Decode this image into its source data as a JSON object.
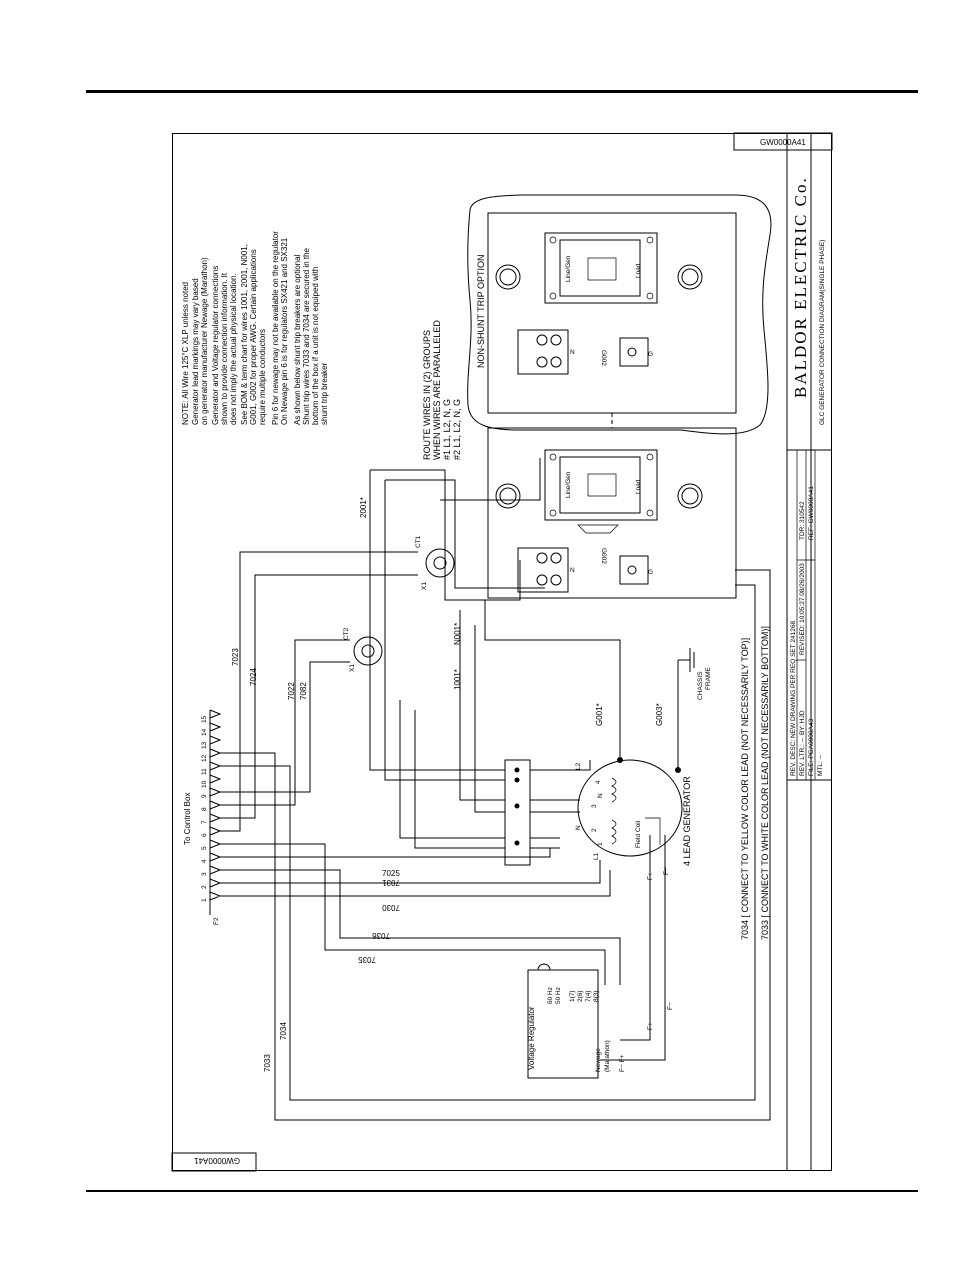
{
  "drawing_id": "GW0000A41",
  "notes": [
    "NOTE:  All Wire 125°C XLP unless noted",
    "Generator lead markings may vary based",
    "on generator manufacturer Newage (Marathon)",
    "Generator and Voltage regulator connections",
    "shown to provide connection information. It",
    "does not imply the actual physical location.",
    "See BOM & term chart for wires 1001, 2001, N001,",
    "G001, G002 for proper AWG. Certain applications",
    "require multiple conductors",
    "Pin 6 for newage may not be available on the regulator",
    "On Newage pin 6 is for regulators SX421 and SX321",
    "As shown below shunt trip breakers are optional",
    "Shunt trip wires 7033 and 7034 are secured in the",
    "bottom of the box if a unit is not equiped with",
    "shunt trip breaker"
  ],
  "route_note": [
    "ROUTE WIRES IN (2) GROUPS",
    "WHEN WIRES ARE PARALLELED",
    "#1 L1, L2, N, G",
    "#2 L1, L2, N, G"
  ],
  "non_shunt_label": "NON-SHUNT TRIP OPTION",
  "breaker": {
    "line_gen": "Line/Gen",
    "load": "Load"
  },
  "g002": "G002",
  "terminal_n": "N",
  "terminal_g": "G",
  "company": "BALDOR  ELECTRIC  Co.",
  "diagram_title": "GLC GENERATOR CONNECTION DIAGRAM(SINGLE PHASE)",
  "title_block": {
    "rev_desc": "REV. DESC:  NEW DRAWING PER REQ SET 241268",
    "rev_ltr": "REV. LTR.: --",
    "by": "BY:  HJD",
    "revised": "REVISED: 10:05:27 08/26/2003",
    "tdr": "TDR: 310542",
    "file": "FILE: PGA0000A43",
    "ref": "REF: GW0000A41",
    "mtl": "MTL: --"
  },
  "control_box": {
    "label": "To Control Box",
    "pins": [
      "1",
      "2",
      "3",
      "4",
      "5",
      "6",
      "7",
      "8",
      "9",
      "10",
      "11",
      "12",
      "13",
      "14",
      "15"
    ],
    "plug": "F2"
  },
  "wires": {
    "w7023": "7023",
    "w7024": "7024",
    "w7022": "7022",
    "w7082": "7082",
    "w7025": "7025",
    "w7031": "7031",
    "w7030": "7030",
    "w7036": "7036",
    "w7035": "7035",
    "w7034": "7034",
    "w7033": "7033",
    "w2001": "2001*",
    "wN001": "N001*",
    "w1001": "1001*",
    "wG001": "G001*",
    "wG003": "G003*"
  },
  "ct1": {
    "name": "CT1",
    "x1": "X1"
  },
  "ct2": {
    "name": "CT2",
    "x1": "X1"
  },
  "chassis": [
    "CHASSIS",
    "FRAME"
  ],
  "generator": {
    "label": "4  LEAD  GENERATOR",
    "field_coil": "Field Coil",
    "l1": "L1",
    "l2": "L2",
    "n1": "N",
    "n2": "N",
    "t1": "1",
    "t2": "2",
    "t3": "3",
    "t4": "4",
    "fplus": "F+",
    "fminus": "F−"
  },
  "shunt_lines": [
    "7034  [ CONNECT TO YELLOW COLOR LEAD (NOT NECESSARILY TOP)]",
    "7033  [ CONNECT TO WHITE COLOR LEAD (NOT NECESSARILY BOTTOM)]"
  ],
  "regulator": {
    "title": "Voltage Regulator",
    "hz60": "60 Hz",
    "hz50": "50 Hz",
    "pins": [
      "1(7)",
      "2(6)",
      "7(4)",
      "8(3)"
    ],
    "newage": "Newage",
    "marathon": "(Marathon)",
    "f_minus_plus": "F−    F+",
    "f_plus": "F+",
    "f_minus": "F−"
  }
}
